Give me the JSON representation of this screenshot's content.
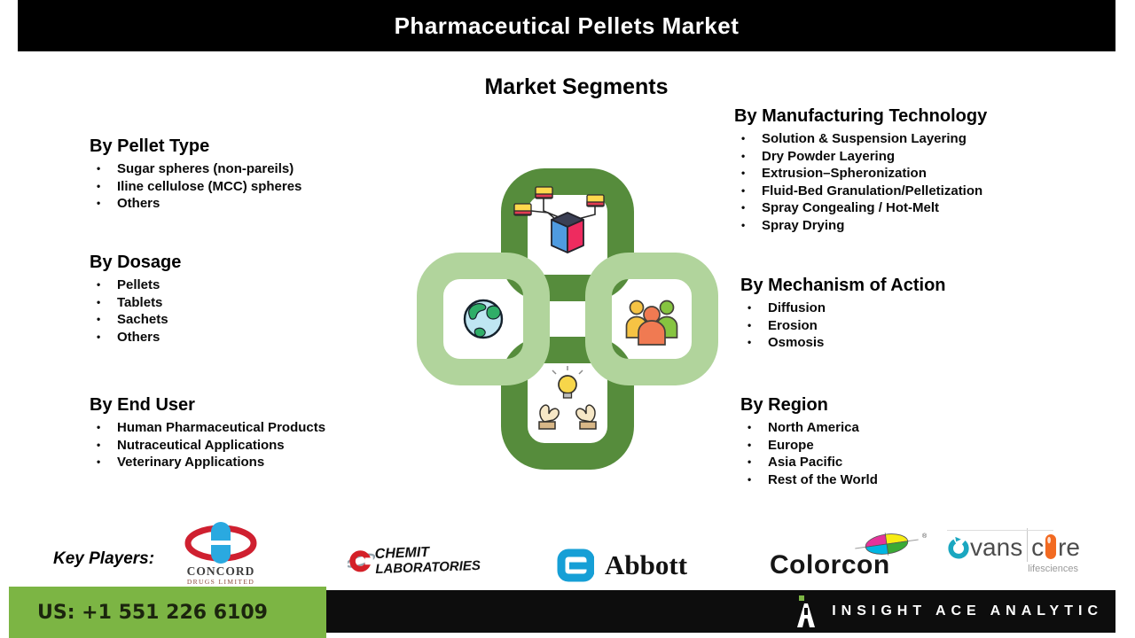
{
  "header": {
    "title": "Pharmaceutical Pellets Market"
  },
  "subtitle": "Market Segments",
  "segments": {
    "left": [
      {
        "heading": "By Pellet Type",
        "items": [
          "Sugar spheres (non-pareils)",
          "Iline cellulose (MCC) spheres",
          "Others"
        ]
      },
      {
        "heading": "By Dosage",
        "items": [
          "Pellets",
          "Tablets",
          "Sachets",
          "Others"
        ]
      },
      {
        "heading": "By End User",
        "items": [
          "Human Pharmaceutical Products",
          "Nutraceutical Applications",
          "Veterinary Applications"
        ]
      }
    ],
    "right": [
      {
        "heading": "By Manufacturing Technology",
        "items": [
          "Solution & Suspension Layering",
          "Dry Powder Layering",
          "Extrusion–Spheronization",
          "Fluid-Bed Granulation/Pelletization",
          "Spray Congealing / Hot-Melt",
          "Spray Drying"
        ]
      },
      {
        "heading": "By Mechanism of Action",
        "items": [
          "Diffusion",
          "Erosion",
          "Osmosis"
        ]
      },
      {
        "heading": "By Region",
        "items": [
          "North America",
          "Europe",
          "Asia Pacific",
          "Rest of the World"
        ]
      }
    ]
  },
  "center_graphic": {
    "icons": [
      "product-cube-icon",
      "globe-icon",
      "people-group-icon",
      "hands-lightbulb-icon"
    ]
  },
  "key_players": {
    "label": "Key Players:",
    "logos": [
      {
        "name": "Concord Drugs Limited",
        "line1": "CONCORD",
        "line2": "DRUGS LIMITED"
      },
      {
        "name": "Chemit Laboratories",
        "line1": "CHEMIT",
        "line2": "LABORATORIES"
      },
      {
        "name": "Abbott",
        "text": "Abbott"
      },
      {
        "name": "Colorcon",
        "text": "Colorcon"
      },
      {
        "name": "Avanscure Lifesciences",
        "text_left": "vans",
        "text_mid": "c",
        "text_right": "re",
        "tagline": "lifesciences"
      }
    ]
  },
  "footer": {
    "phone": "US: +1 551 226 6109",
    "brand": "INSIGHT ACE ANALYTIC"
  },
  "colors": {
    "title_bar": "#000000",
    "chain_dark_green": "#568c3c",
    "chain_light_green": "#b1d49c",
    "footer_green": "#7cb544",
    "abbott_blue": "#169fd6",
    "concord_red": "#cf2030",
    "concord_blue": "#2aa9e0",
    "chemit_red": "#d42028",
    "avanscure_teal": "#1aa7c0",
    "avanscure_orange": "#f26a21"
  }
}
